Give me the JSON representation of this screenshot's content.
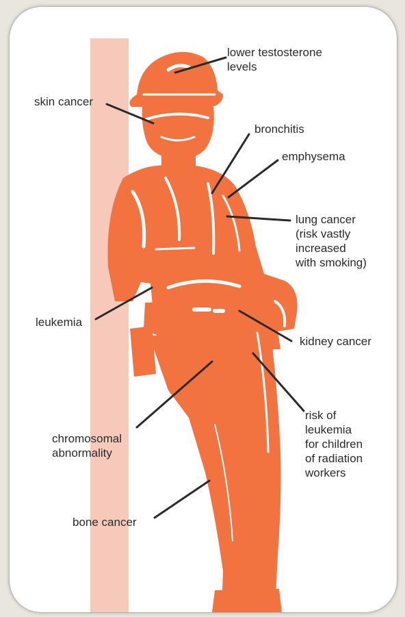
{
  "colors": {
    "figure": "#f2733f",
    "pillar": "#f7c9bb",
    "leader_lines": "#2a2a2a",
    "text": "#2a2a2a",
    "background": "#e9e6df",
    "card": "#ffffff"
  },
  "labels": {
    "testosterone": [
      "lower testosterone",
      "levels"
    ],
    "skin_cancer": "skin cancer",
    "bronchitis": "bronchitis",
    "emphysema": "emphysema",
    "lung_cancer": [
      "lung cancer",
      "(risk vastly",
      "increased",
      "with smoking)"
    ],
    "leukemia": "leukemia",
    "kidney_cancer": "kidney cancer",
    "risk_children": [
      "risk of",
      "leukemia",
      "for children",
      "of radiation",
      "workers"
    ],
    "chromosomal": [
      "chromosomal",
      "abnormality"
    ],
    "bone_cancer": "bone cancer"
  }
}
